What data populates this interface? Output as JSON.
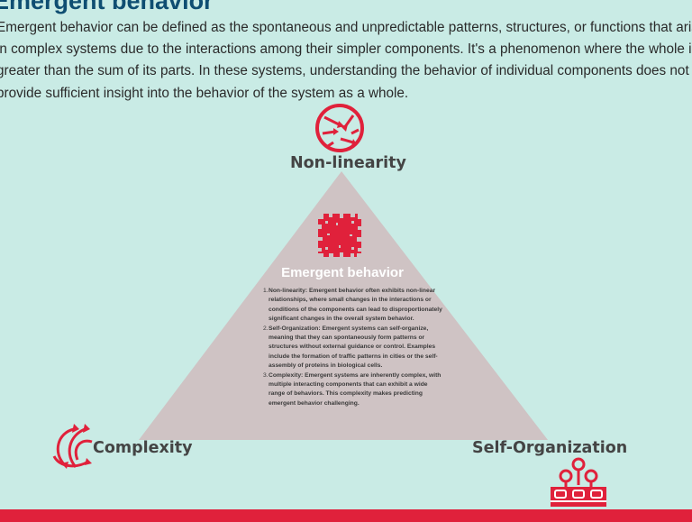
{
  "header": {
    "title": "Emergent behavior",
    "intro": "Emergent behavior can be defined as the spontaneous and unpredictable patterns, structures, or functions that arise in complex systems due to the interactions among their simpler components. It's a phenomenon where the whole is greater than the sum of its parts. In these systems, understanding the behavior of individual components does not provide sufficient insight into the behavior of the system as a whole."
  },
  "diagram": {
    "top_label": "Non-linearity",
    "left_label": "Complexity",
    "right_label": "Self-Organization",
    "center_title": "Emergent behavior",
    "points": [
      {
        "num": "1.",
        "text": "Non-linearity: Emergent behavior often exhibits non-linear relationships, where small changes in the interactions or conditions of the components can lead to disproportionately significant changes in the overall system behavior."
      },
      {
        "num": "2.",
        "text": "Self-Organization: Emergent systems can self-organize, meaning that they can spontaneously form patterns or structures without external guidance or control. Examples include the formation of traffic patterns in cities or the self-assembly of proteins in biological cells."
      },
      {
        "num": "3.",
        "text": "Complexity: Emergent systems are inherently complex, with multiple interacting components that can exhibit a wide range of behaviors. This complexity makes predicting emergent behavior challenging."
      }
    ]
  },
  "footer": {
    "text": ""
  },
  "colors": {
    "background": "#c9ebe5",
    "title": "#0f4e72",
    "accent": "#e0213b",
    "triangle": "#cfc3c4"
  }
}
